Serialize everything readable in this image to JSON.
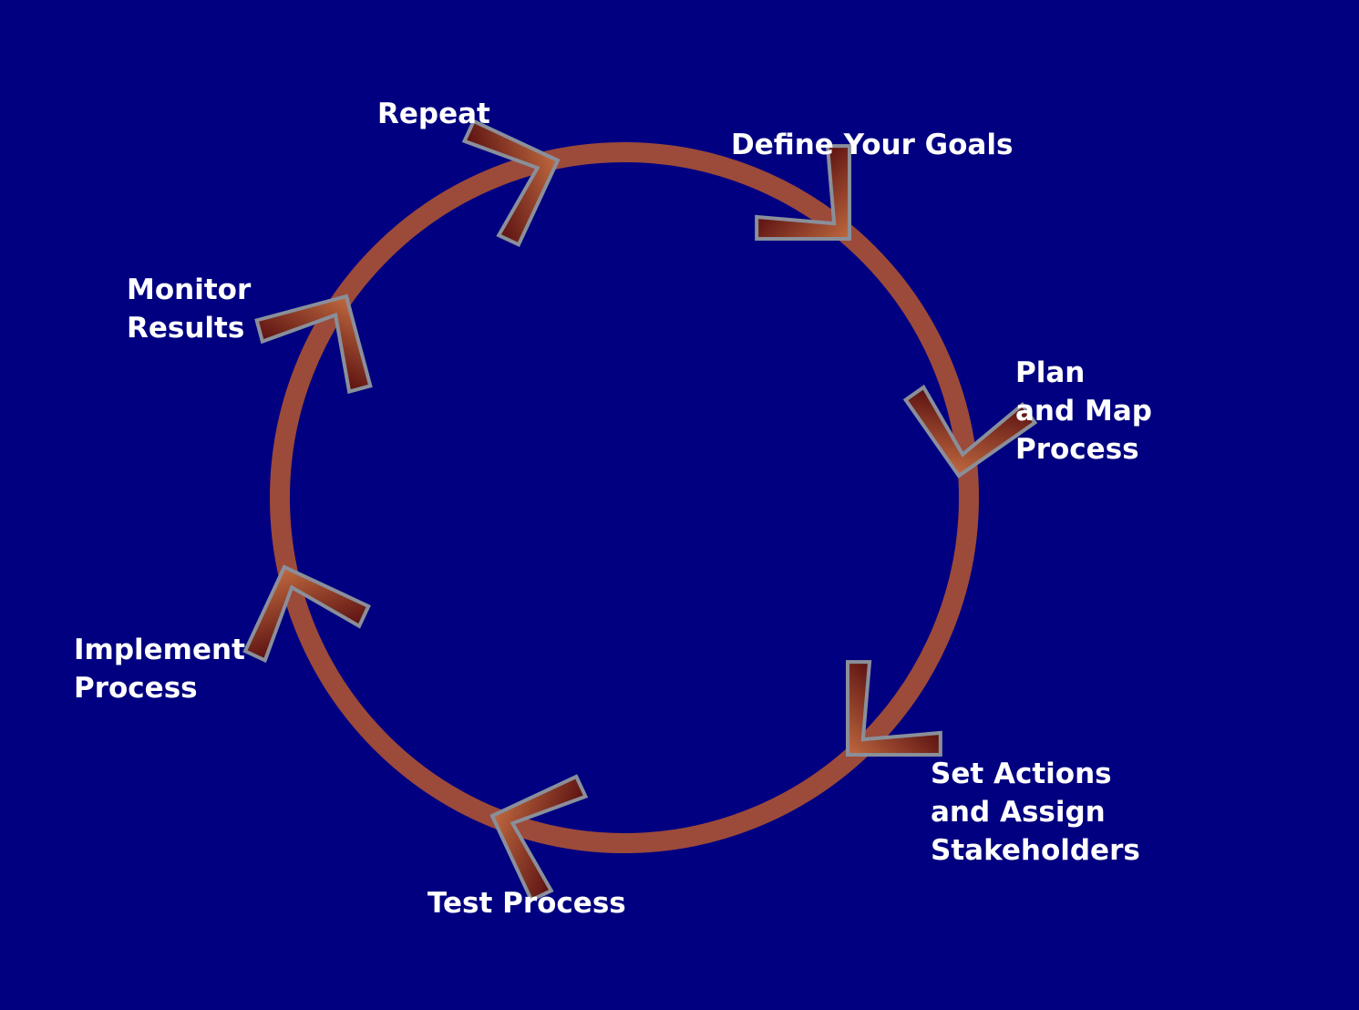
{
  "diagram": {
    "background_color": "#000080",
    "ring_color": "#9c4a3a",
    "arrow_color_dark": "#5a1010",
    "arrow_color_light": "#c06a40",
    "arrow_border_color": "#8a8f9a",
    "label_color": "#ffffff",
    "steps": [
      {
        "lines": [
          "Define Your Goals"
        ]
      },
      {
        "lines": [
          "Plan",
          "and Map",
          "Process"
        ]
      },
      {
        "lines": [
          "Set Actions",
          "and Assign",
          "Stakeholders"
        ]
      },
      {
        "lines": [
          "Test Process"
        ]
      },
      {
        "lines": [
          "Implement",
          "Process"
        ]
      },
      {
        "lines": [
          "Monitor",
          "Results"
        ]
      },
      {
        "lines": [
          "Repeat"
        ]
      }
    ]
  }
}
